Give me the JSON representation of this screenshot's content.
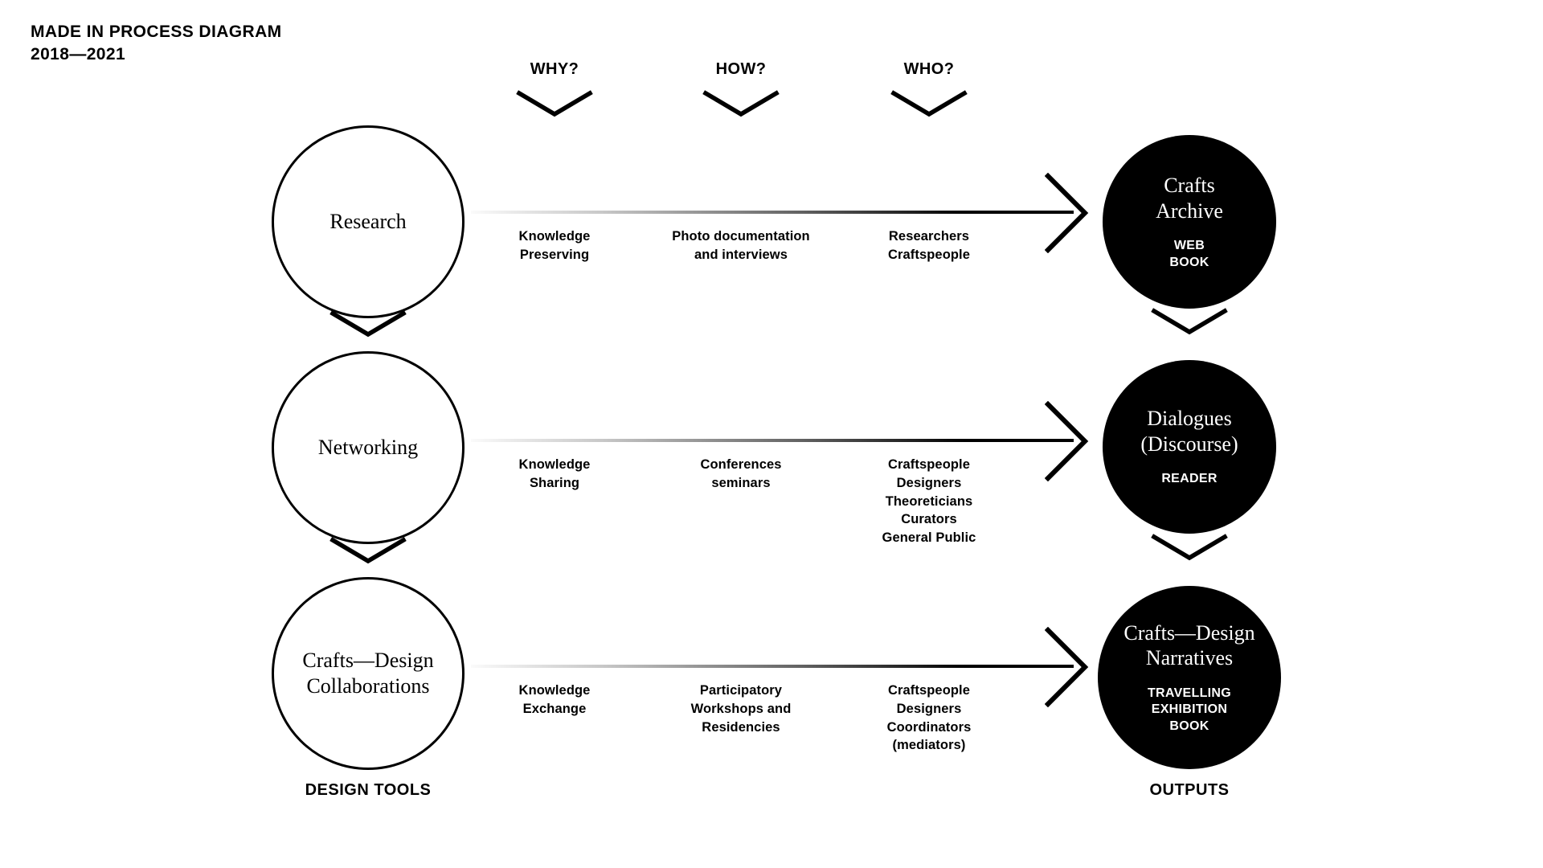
{
  "title": {
    "line1": "MADE IN PROCESS DIAGRAM",
    "line2": "2018—2021"
  },
  "columns": [
    {
      "label": "WHY?"
    },
    {
      "label": "HOW?"
    },
    {
      "label": "WHO?"
    }
  ],
  "footer": {
    "left": "DESIGN TOOLS",
    "right": "OUTPUTS"
  },
  "rows": [
    {
      "tool": "Research",
      "why": "Knowledge\nPreserving",
      "how": "Photo documentation\nand interviews",
      "who": "Researchers\nCraftspeople",
      "output_title": "Crafts\nArchive",
      "output_formats": "WEB\nBOOK"
    },
    {
      "tool": "Networking",
      "why": "Knowledge\nSharing",
      "how": "Conferences\nseminars",
      "who": "Craftspeople\nDesigners\nTheoreticians\nCurators\nGeneral Public",
      "output_title": "Dialogues\n(Discourse)",
      "output_formats": "READER"
    },
    {
      "tool": "Crafts—Design\nCollaborations",
      "why": "Knowledge\nExchange",
      "how": "Participatory\nWorkshops and\nResidencies",
      "who": "Craftspeople\nDesigners\nCoordinators\n(mediators)",
      "output_title": "Crafts—Design\nNarratives",
      "output_formats": "TRAVELLING\nEXHIBITION\nBOOK"
    }
  ],
  "colors": {
    "ink": "#000000",
    "paper": "#ffffff"
  },
  "icons": {
    "chevron_down": "chevron-down-icon",
    "arrow_right": "arrow-right-icon"
  }
}
